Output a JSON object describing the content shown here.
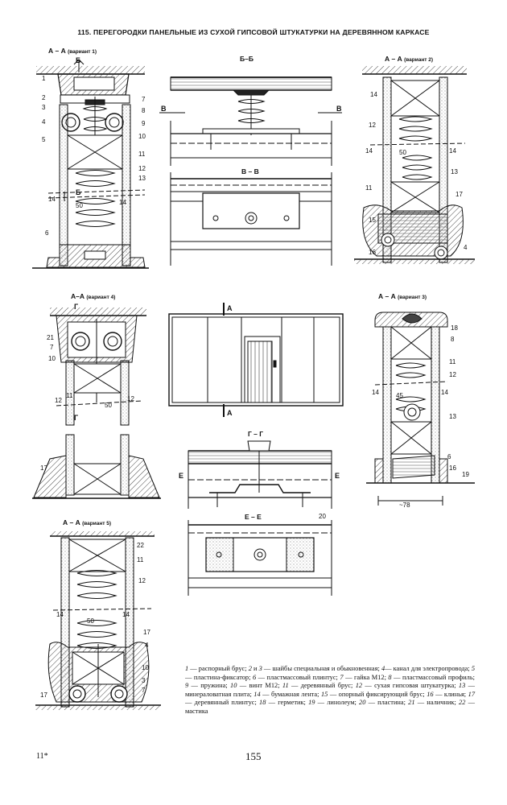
{
  "title": "115. ПЕРЕГОРОДКИ ПАНЕЛЬНЫЕ ИЗ СУХОЙ ГИПСОВОЙ ШТУКАТУРКИ НА ДЕРЕВЯННОМ КАРКАСЕ",
  "sections": {
    "aa_v1": {
      "label": "А – А",
      "variant": "(вариант 1)"
    },
    "bb": {
      "label": "Б–Б"
    },
    "aa_v2": {
      "label": "А – А",
      "variant": "(вариант 2)"
    },
    "vv": {
      "label": "В – В"
    },
    "aa_v4": {
      "label": "А–А",
      "variant": "(вариант 4)"
    },
    "aa_v3": {
      "label": "А – А",
      "variant": "(вариант 3)"
    },
    "gg": {
      "label": "Г – Г"
    },
    "ee": {
      "label": "Е – Е"
    },
    "aa_v5": {
      "label": "А – А",
      "variant": "(вариант 5)"
    }
  },
  "marks": {
    "b": "Б",
    "v": "В",
    "a": "А",
    "g": "Г",
    "e": "Е",
    "dim50": "50",
    "dim45": "45",
    "dim78": "~78"
  },
  "legend": [
    {
      "n": "1",
      "t": " — распорный брус; "
    },
    {
      "n": "2",
      "t": " и "
    },
    {
      "n": "3",
      "t": " — шайбы специальная и обыкновенная; "
    },
    {
      "n": "4",
      "t": "— канал для электропровода; "
    },
    {
      "n": "5",
      "t": " — пластина-фиксатор; "
    },
    {
      "n": "6",
      "t": " — пластмассовый плинтус; "
    },
    {
      "n": "7",
      "t": " — гайка М12; "
    },
    {
      "n": "8",
      "t": " — пластмассовый профиль; "
    },
    {
      "n": "9",
      "t": " — пружина; "
    },
    {
      "n": "10",
      "t": " — винт М12; "
    },
    {
      "n": "11",
      "t": " — деревянный брус; "
    },
    {
      "n": "12",
      "t": " — сухая гипсовая штукатурка; "
    },
    {
      "n": "13",
      "t": " — минераловатная плита; "
    },
    {
      "n": "14",
      "t": " — бумажная лента; "
    },
    {
      "n": "15",
      "t": " — опорный фиксирующий брус; "
    },
    {
      "n": "16",
      "t": " — клинья; "
    },
    {
      "n": "17",
      "t": " — деревянный плинтус; "
    },
    {
      "n": "18",
      "t": " — герметик; "
    },
    {
      "n": "19",
      "t": " — линолеум; "
    },
    {
      "n": "20",
      "t": " — пластина; "
    },
    {
      "n": "21",
      "t": " — наличник; "
    },
    {
      "n": "22",
      "t": " — мастика"
    }
  ],
  "page_number": "155",
  "page_mark": "11*",
  "colors": {
    "ink": "#111111",
    "paper": "#ffffff",
    "hatch": "#444444"
  }
}
